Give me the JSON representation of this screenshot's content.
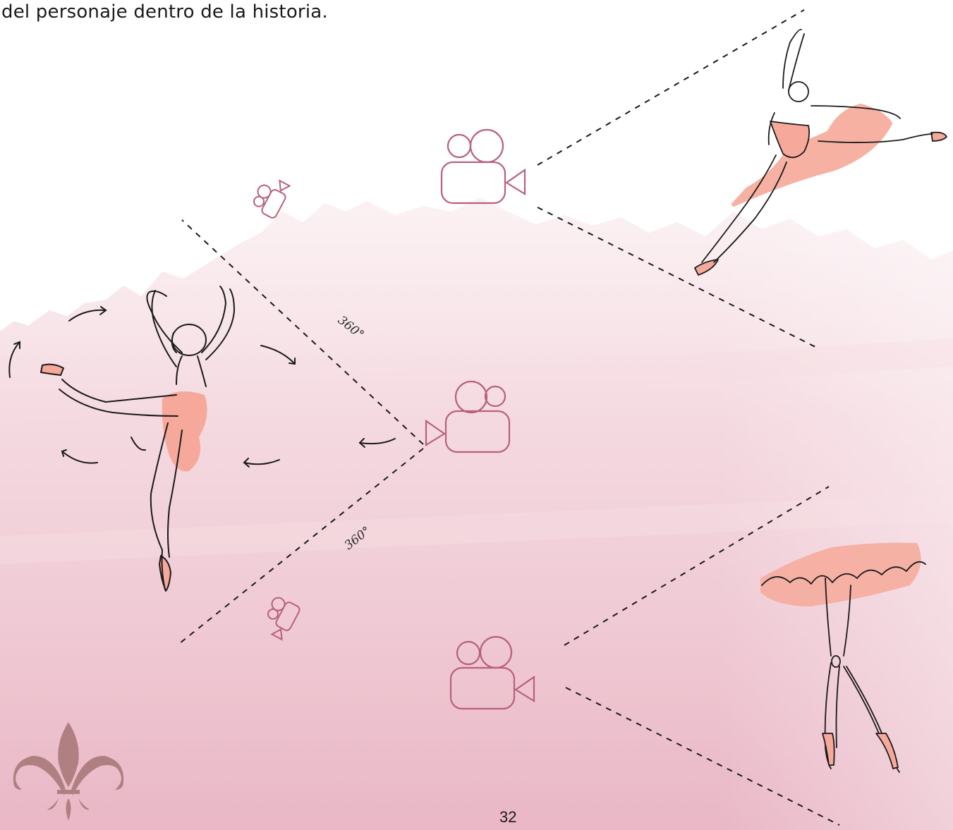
{
  "page": {
    "intro_text": "del personaje dentro de la historia.",
    "page_number": "32"
  },
  "labels": {
    "rotation_upper": "360°",
    "rotation_lower": "360°"
  },
  "icons": {
    "camera_top": "video-camera-icon",
    "camera_middle": "video-camera-icon",
    "camera_bottom": "video-camera-icon",
    "camera_small_upper": "video-camera-icon",
    "camera_small_lower": "video-camera-icon",
    "logo": "fleur-de-lis-icon"
  },
  "colors": {
    "camera_stroke": "#b8607c",
    "tutu_fill": "#f6a99a",
    "ink": "#1a1a1a",
    "logo": "#b07f82",
    "wash": "#eab8c6"
  }
}
